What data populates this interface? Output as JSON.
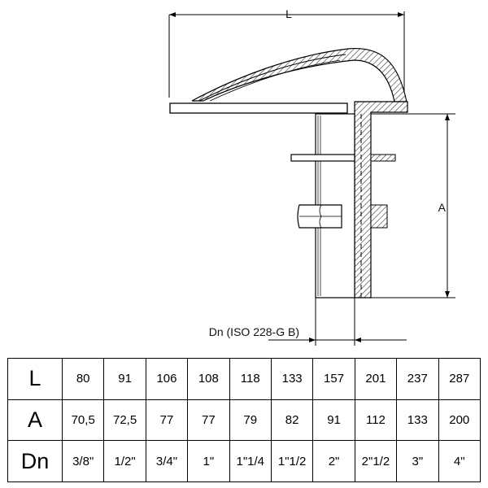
{
  "drawing": {
    "dimension_L": "L",
    "dimension_A": "A",
    "dimension_Dn": "Dn (ISO 228-G B)"
  },
  "table": {
    "rows": [
      {
        "header": "L",
        "values": [
          "80",
          "91",
          "106",
          "108",
          "118",
          "133",
          "157",
          "201",
          "237",
          "287"
        ]
      },
      {
        "header": "A",
        "values": [
          "70,5",
          "72,5",
          "77",
          "77",
          "79",
          "82",
          "91",
          "112",
          "133",
          "200"
        ]
      },
      {
        "header": "Dn",
        "values": [
          "3/8\"",
          "1/2\"",
          "3/4\"",
          "1\"",
          "1\"1/4",
          "1\"1/2",
          "2\"",
          "2\"1/2",
          "3\"",
          "4\""
        ]
      }
    ]
  }
}
